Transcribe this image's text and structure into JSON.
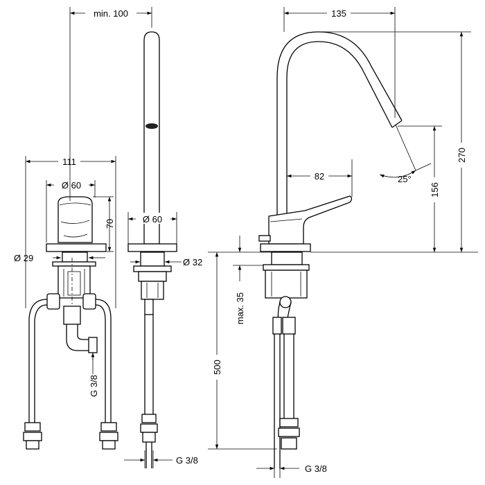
{
  "dimensions": {
    "min_clearance": "min. 100",
    "base_width": "111",
    "handle_diameter": "Ø 60",
    "handle_height": "70",
    "stem_diameter": "Ø 29",
    "spout_base_diameter": "Ø 60",
    "spout_stem_diameter": "Ø 32",
    "connection_left": "G 3/8",
    "connection_center": "G 3/8",
    "connection_right": "G 3/8",
    "hose_length": "500",
    "reach": "135",
    "aerator_offset": "82",
    "spout_angle": "25°",
    "outlet_height": "156",
    "total_height": "270",
    "max_thickness": "max. 35"
  }
}
